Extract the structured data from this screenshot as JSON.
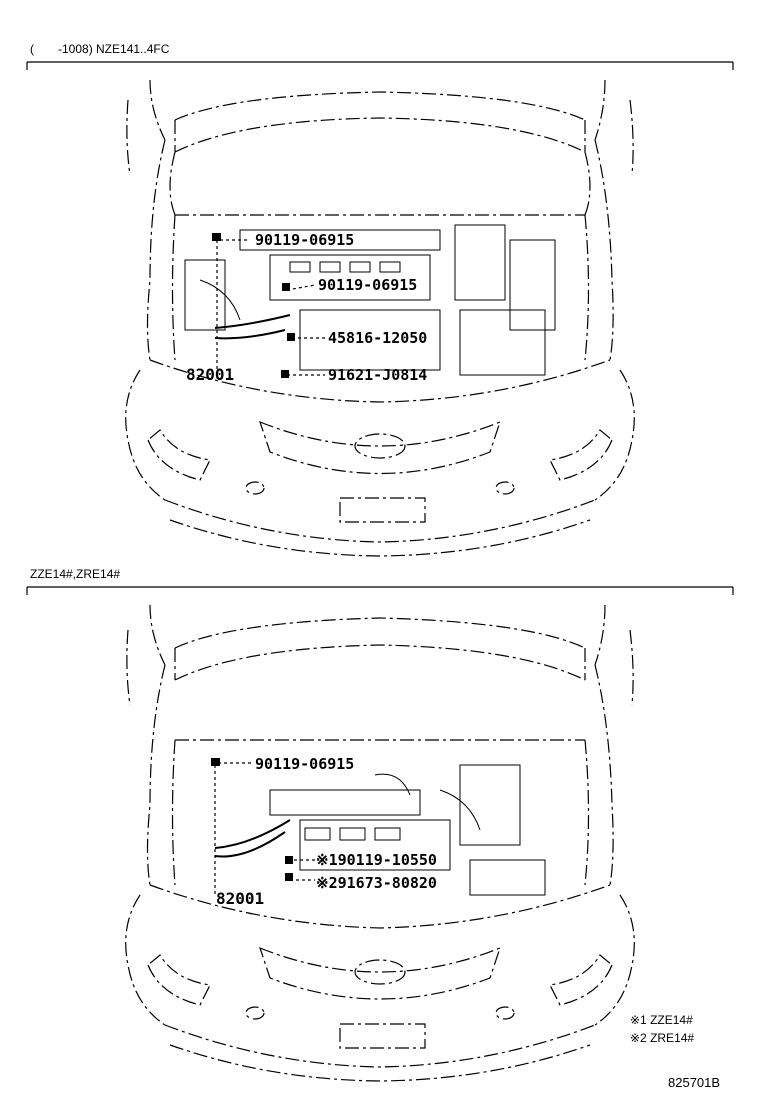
{
  "section1": {
    "header": "(　　-1008) NZE141..4FC",
    "parts": {
      "p1": "90119-06915",
      "p2": "90119-06915",
      "p3": "45816-12050",
      "p4": "91621-J0814",
      "p5": "82001"
    }
  },
  "section2": {
    "header": "ZZE14#,ZRE14#",
    "parts": {
      "p1": "90119-06915",
      "p2": "※190119-10550",
      "p3": "※291673-80820",
      "p4": "82001"
    }
  },
  "notes": {
    "n1": "※1 ZZE14#",
    "n2": "※2 ZRE14#"
  },
  "diagram_code": "825701B"
}
